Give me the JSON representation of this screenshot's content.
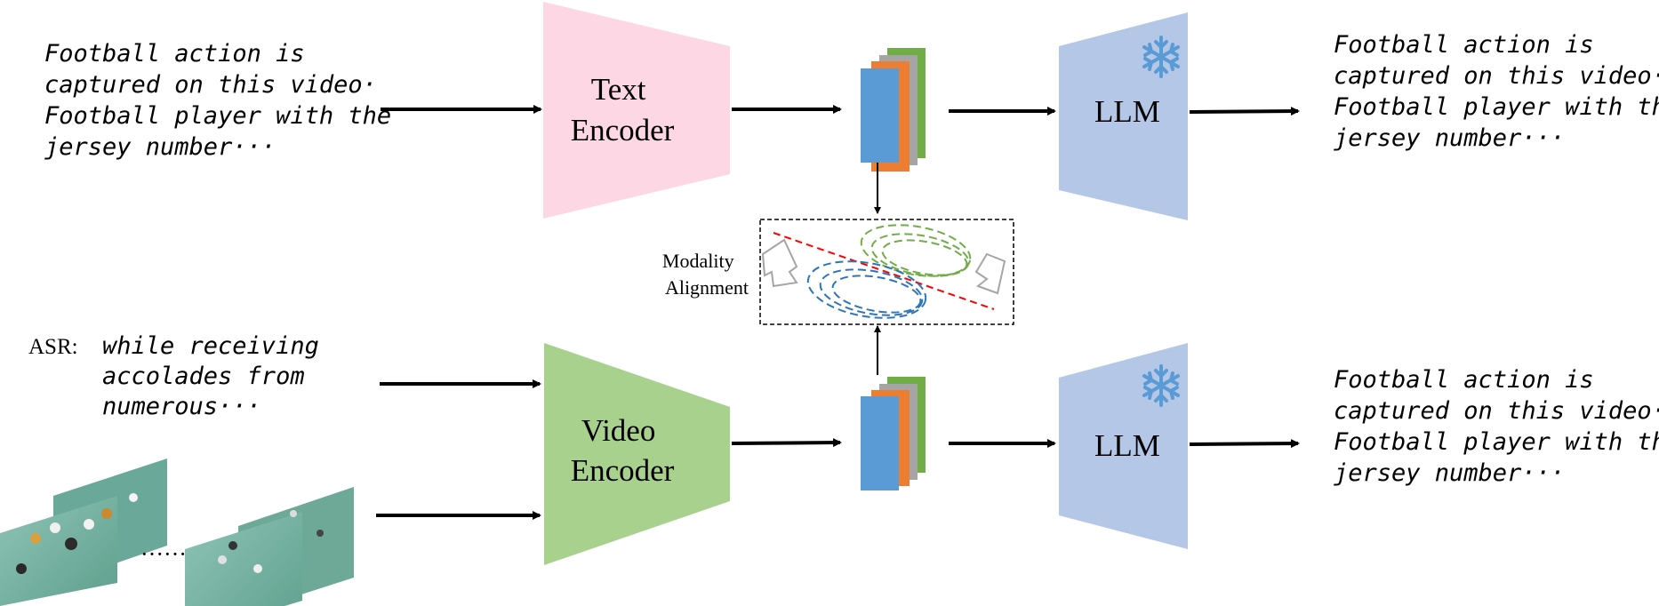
{
  "top_input_text": [
    "Football action is",
    "captured on this video·",
    "Football player with the",
    "jersey number···"
  ],
  "top_output_text": [
    "Football action is",
    "captured on this video·",
    "Football player with the",
    "jersey number···"
  ],
  "bottom_output_text": [
    "Football action is",
    "captured on this video·",
    "Football player with the",
    "jersey number···"
  ],
  "asr": {
    "label": "ASR:",
    "lines": [
      "while receiving",
      "accolades from",
      "numerous···"
    ]
  },
  "text_encoder": {
    "lines": [
      "Text",
      "Encoder"
    ],
    "color": "#fdd7e4"
  },
  "video_encoder": {
    "lines": [
      "Video",
      "Encoder"
    ],
    "color": "#a9d18e"
  },
  "llm_top": {
    "label": "LLM",
    "color": "#b4c7e7",
    "icon": "snowflake-icon"
  },
  "llm_bottom": {
    "label": "LLM",
    "color": "#b4c7e7",
    "icon": "snowflake-icon"
  },
  "modality_alignment": {
    "lines": [
      "Modality",
      "Alignment"
    ]
  },
  "frames_ellipsis": "······",
  "colors": {
    "token_blue": "#5b9bd5",
    "token_orange": "#ed7d31",
    "token_gray": "#a5a5a5",
    "token_green": "#70ad47",
    "snowflake": "#5b9bd5",
    "ellipse_green": "#70ad47",
    "ellipse_blue": "#2e75b6",
    "divider_red": "#ff0000",
    "field": "#7fb7a8"
  }
}
